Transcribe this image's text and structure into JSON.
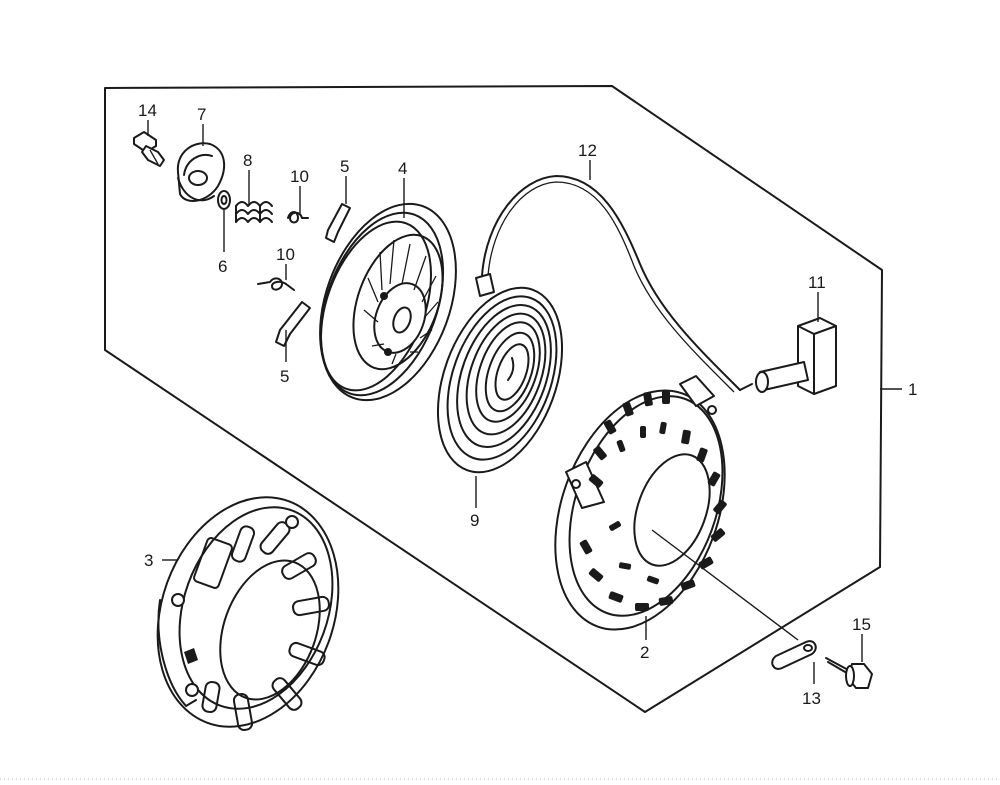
{
  "parts": [
    {
      "id": "callout-1",
      "label": "1",
      "name": "recoil-starter-assembly"
    },
    {
      "id": "callout-2",
      "label": "2",
      "name": "starter-case"
    },
    {
      "id": "callout-3",
      "label": "3",
      "name": "starter-cover"
    },
    {
      "id": "callout-4",
      "label": "4",
      "name": "starter-reel"
    },
    {
      "id": "callout-5a",
      "label": "5",
      "name": "ratchet-upper"
    },
    {
      "id": "callout-5b",
      "label": "5",
      "name": "ratchet-lower"
    },
    {
      "id": "callout-6",
      "label": "6",
      "name": "washer"
    },
    {
      "id": "callout-7",
      "label": "7",
      "name": "ratchet-guide"
    },
    {
      "id": "callout-8",
      "label": "8",
      "name": "friction-spring"
    },
    {
      "id": "callout-9",
      "label": "9",
      "name": "recoil-spring"
    },
    {
      "id": "callout-10a",
      "label": "10",
      "name": "return-spring-upper"
    },
    {
      "id": "callout-10b",
      "label": "10",
      "name": "return-spring-lower"
    },
    {
      "id": "callout-11",
      "label": "11",
      "name": "starter-grip"
    },
    {
      "id": "callout-12",
      "label": "12",
      "name": "starter-rope"
    },
    {
      "id": "callout-13",
      "label": "13",
      "name": "nut-clip"
    },
    {
      "id": "callout-14",
      "label": "14",
      "name": "setting-bolt"
    },
    {
      "id": "callout-15",
      "label": "15",
      "name": "flange-bolt"
    }
  ]
}
